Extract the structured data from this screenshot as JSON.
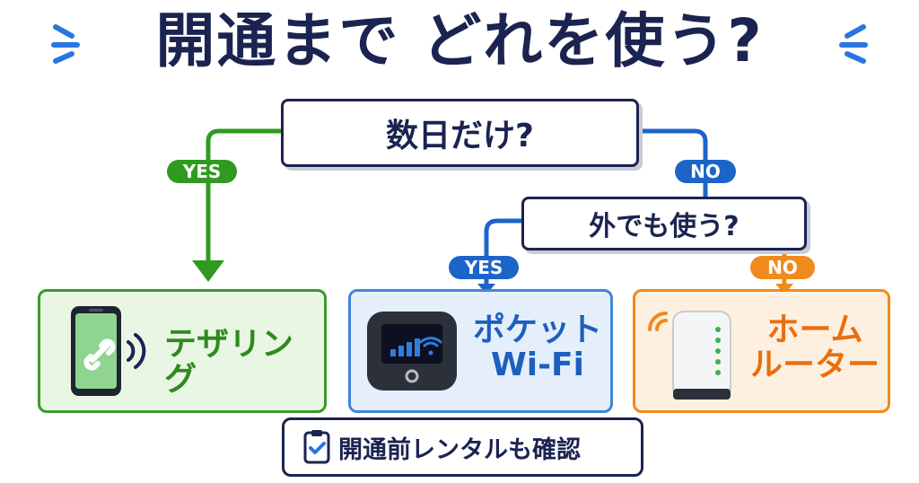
{
  "title": "開通まで どれを使う?",
  "question1": "数日だけ?",
  "question2": "外でも使う?",
  "branches": {
    "q1_yes": "YES",
    "q1_no": "NO",
    "q2_yes": "YES",
    "q2_no": "NO"
  },
  "options": [
    {
      "label": "テザリング",
      "icon": "smartphone-link-icon"
    },
    {
      "label_line1": "ポケット",
      "label_line2": "Wi-Fi",
      "icon": "pocket-wifi-icon"
    },
    {
      "label_line1": "ホーム",
      "label_line2": "ルーター",
      "icon": "home-router-icon"
    }
  ],
  "note": "開通前レンタルも確認",
  "colors": {
    "navy": "#1b2350",
    "green": "#2f9a1f",
    "blue": "#1d64c8",
    "orange": "#f08a1c"
  }
}
